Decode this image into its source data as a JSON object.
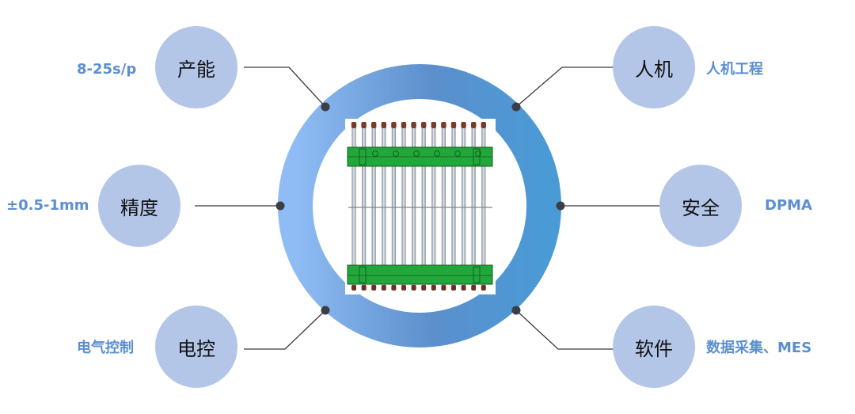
{
  "colors": {
    "ring_light": "#8fbcf4",
    "ring_dark": "#4f87c6",
    "node_fill": "#b4c6e7",
    "value_text": "#5b8fd0",
    "connector": "#3a3a3a",
    "frame_green": "#22a83a",
    "tube": "#a9b3bf"
  },
  "center": {
    "image": "machine-frame-illustration"
  },
  "items": [
    {
      "label": "产能",
      "value": "8-25s/p"
    },
    {
      "label": "人机",
      "value": "人机工程"
    },
    {
      "label": "精度",
      "value": "±0.5-1mm"
    },
    {
      "label": "安全",
      "value": "DPMA"
    },
    {
      "label": "电控",
      "value": "电气控制"
    },
    {
      "label": "软件",
      "value": "数据采集、MES"
    }
  ]
}
